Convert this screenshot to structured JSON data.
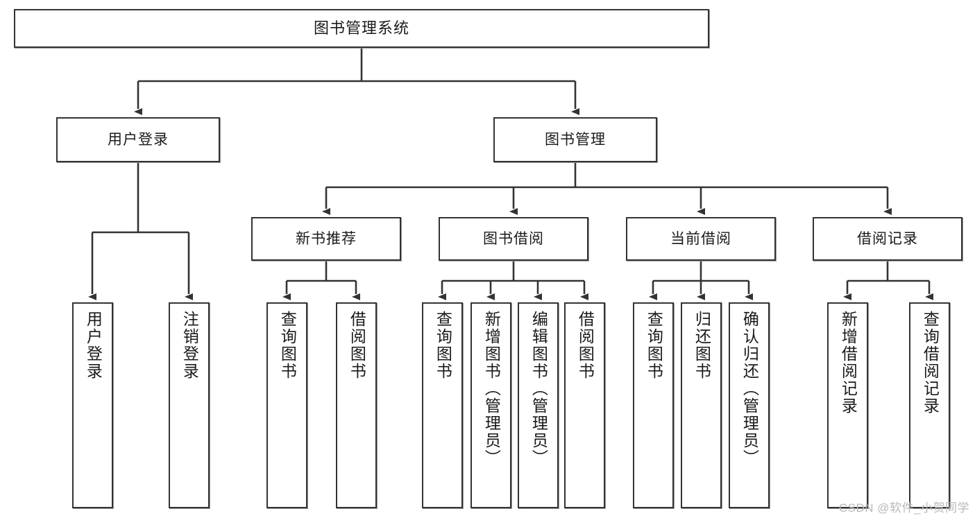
{
  "diagram": {
    "title": "图书管理系统",
    "type": "tree-hierarchy-diagram",
    "colors": {
      "node_border": "#333333",
      "node_fill": "#ffffff",
      "edge": "#333333",
      "text": "#1a1a1a",
      "watermark": "#b9b9b9",
      "background": "#ffffff"
    },
    "root": {
      "label": "图书管理系统"
    },
    "level2": [
      {
        "id": "user-login",
        "label": "用户登录"
      },
      {
        "id": "book-management",
        "label": "图书管理"
      }
    ],
    "level3": [
      {
        "id": "new-book-recommend",
        "label": "新书推荐"
      },
      {
        "id": "book-borrow",
        "label": "图书借阅"
      },
      {
        "id": "current-borrow",
        "label": "当前借阅"
      },
      {
        "id": "borrow-record",
        "label": "借阅记录"
      }
    ],
    "leaves": {
      "user_login": [
        {
          "id": "leaf-user-login",
          "label": "用户登录"
        },
        {
          "id": "leaf-logout-login",
          "label": "注销登录"
        }
      ],
      "new_book_recommend": [
        {
          "id": "leaf-query-book-1",
          "label": "查询图书"
        },
        {
          "id": "leaf-borrow-book-1",
          "label": "借阅图书"
        }
      ],
      "book_borrow": [
        {
          "id": "leaf-query-book-2",
          "label": "查询图书"
        },
        {
          "id": "leaf-add-book",
          "label": "新增图书（管理员）"
        },
        {
          "id": "leaf-edit-book",
          "label": "编辑图书（管理员）"
        },
        {
          "id": "leaf-borrow-book-2",
          "label": "借阅图书"
        }
      ],
      "current_borrow": [
        {
          "id": "leaf-query-book-3",
          "label": "查询图书"
        },
        {
          "id": "leaf-return-book",
          "label": "归还图书"
        },
        {
          "id": "leaf-confirm-return",
          "label": "确认归还（管理员）"
        }
      ],
      "borrow_record": [
        {
          "id": "leaf-add-record",
          "label": "新增借阅记录"
        },
        {
          "id": "leaf-query-record",
          "label": "查询借阅记录"
        }
      ]
    }
  },
  "watermark": {
    "text": "CSDN @软件_小贺同学"
  }
}
